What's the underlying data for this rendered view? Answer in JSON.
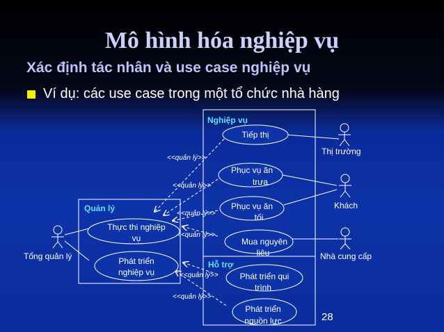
{
  "title": "Mô hình hóa nghiệp vụ",
  "subtitle": "Xác định tác nhân và use case nghiệp vụ",
  "bullet": "Ví dụ: các use case trong một tổ chức nhà hàng",
  "page_number": "28",
  "packages": {
    "nghiep_vu": "Nghiệp vụ",
    "quan_ly": "Quản lý",
    "ho_tro": "Hỗ trợ"
  },
  "use_cases": {
    "tiep_thi": [
      "Tiếp thị"
    ],
    "phuc_vu_trua": [
      "Phục vụ ăn",
      "trưa"
    ],
    "phuc_vu_toi": [
      "Phục vụ ăn",
      "tối"
    ],
    "mua_nguyen_lieu": [
      "Mua nguyên",
      "liệu"
    ],
    "thuc_thi": [
      "Thực thi nghiệp",
      "vụ"
    ],
    "phat_trien_nv": [
      "Phát triển",
      "nghiệp vụ"
    ],
    "phat_trien_qt": [
      "Phát triển qui",
      "trình"
    ],
    "phat_trien_nl": [
      "Phát triển",
      "nguồn lực"
    ]
  },
  "actors": {
    "thi_truong": "Thị trường",
    "khach": "Khách",
    "nha_cung_cap": "Nhà cung cấp",
    "tong_quan_ly": "Tổng quản lý"
  },
  "stereotype": "<<quản lý>>",
  "colors": {
    "text": "#ffffff",
    "title": "#c9d2ff",
    "package_label": "#5fe0ff",
    "line": "#ffffff",
    "bullet": "#f0f000"
  }
}
